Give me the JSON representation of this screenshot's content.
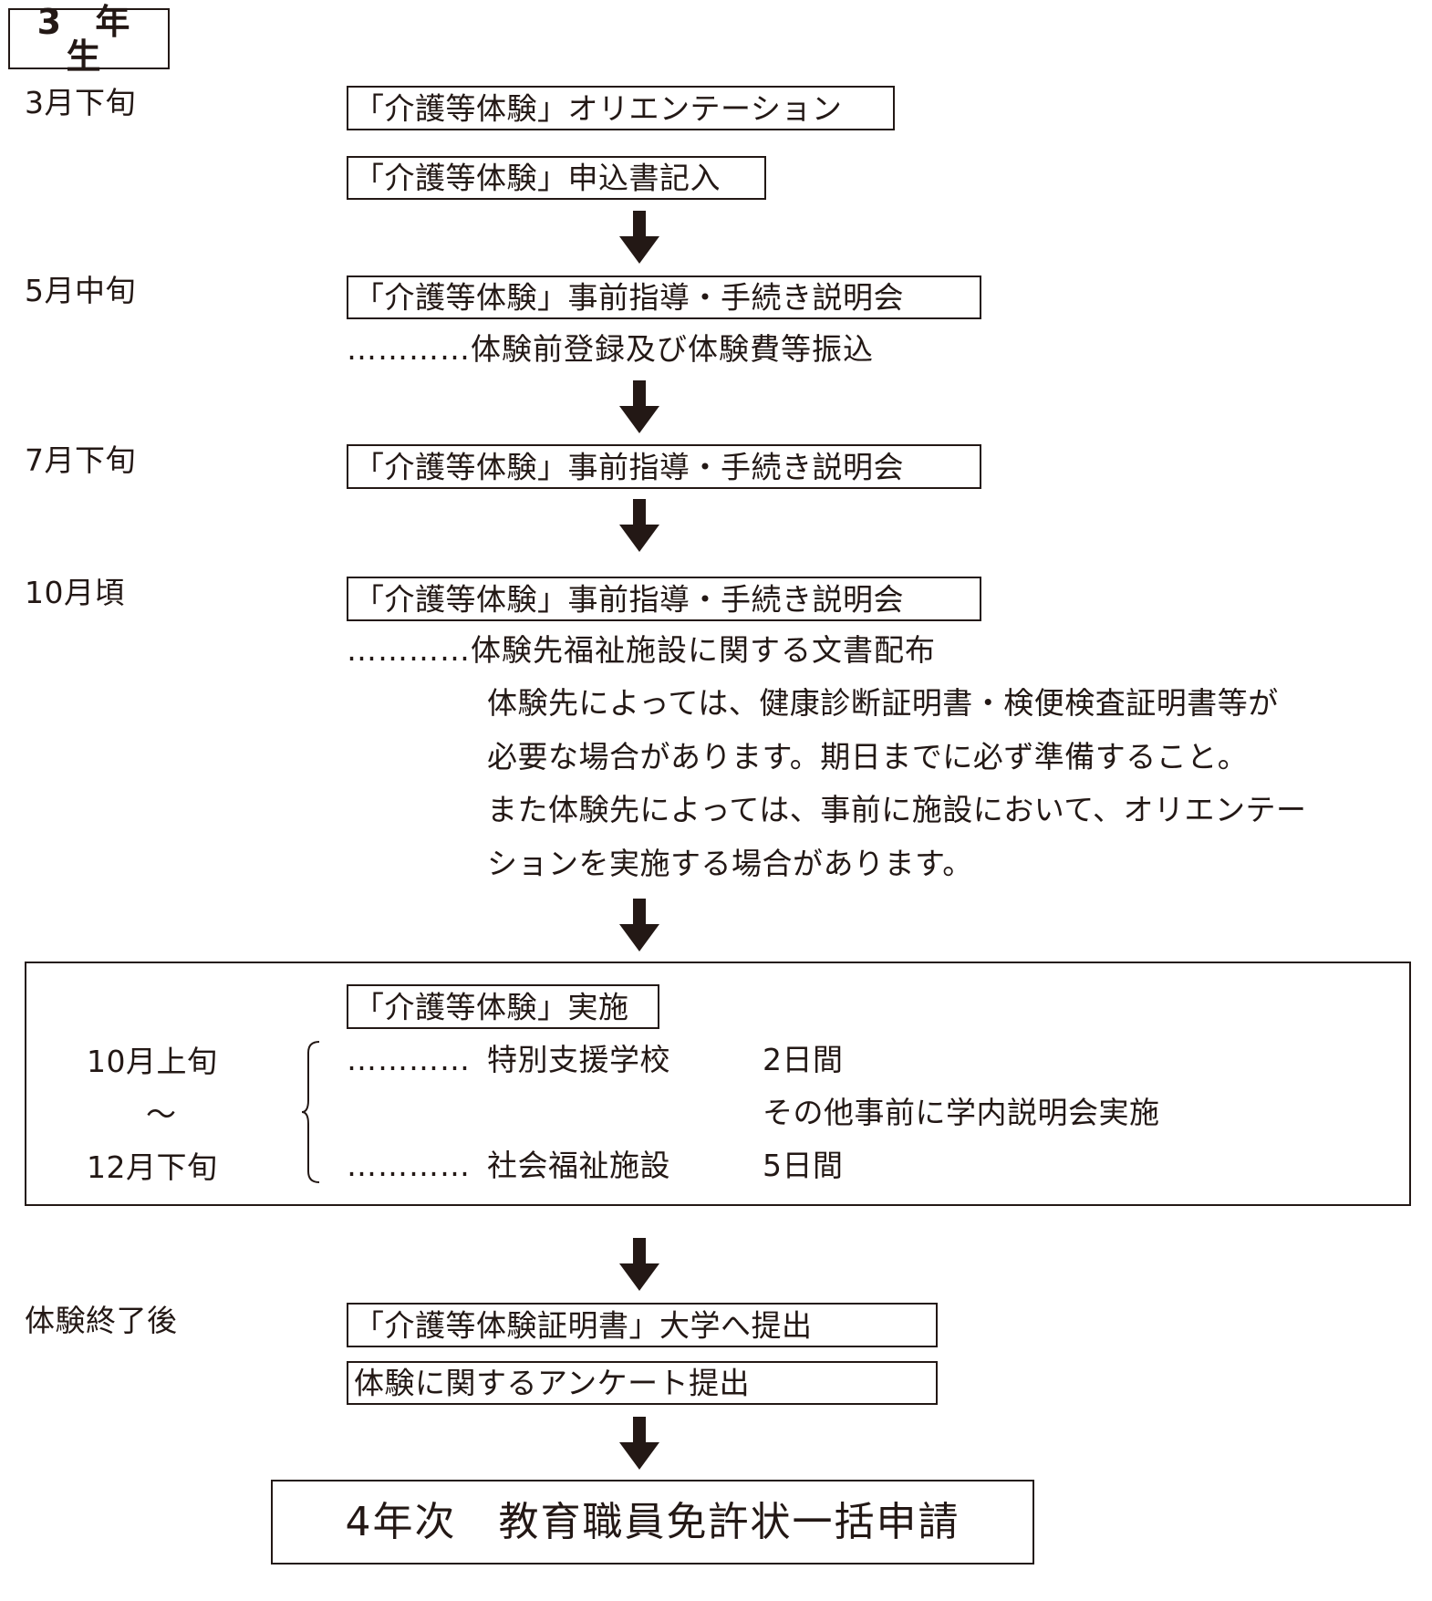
{
  "title": "3 年 生",
  "steps": [
    {
      "period": "3月下旬",
      "boxes": [
        "「介護等体験」オリエンテーション",
        "「介護等体験」申込書記入"
      ]
    },
    {
      "period": "5月中旬",
      "boxes": [
        "「介護等体験」事前指導・手続き説明会"
      ],
      "note": "…………体験前登録及び体験費等振込"
    },
    {
      "period": "7月下旬",
      "boxes": [
        "「介護等体験」事前指導・手続き説明会"
      ]
    },
    {
      "period": "10月頃",
      "boxes": [
        "「介護等体験」事前指導・手続き説明会"
      ],
      "note": "…………体験先福祉施設に関する文書配布",
      "details": [
        "体験先によっては、健康診断証明書・検便検査証明書等が",
        "必要な場合があります。期日までに必ず準備すること。",
        "また体験先によっては、事前に施設において、オリエンテー",
        "ションを実施する場合があります。"
      ]
    }
  ],
  "implementation": {
    "box": "「介護等体験」実施",
    "period_start": "10月上旬",
    "period_tilde": "～",
    "period_end": "12月下旬",
    "rows": [
      {
        "dots": "…………",
        "place": "特別支援学校",
        "duration": "2日間",
        "extra": "その他事前に学内説明会実施"
      },
      {
        "dots": "…………",
        "place": "社会福祉施設",
        "duration": "5日間"
      }
    ]
  },
  "after": {
    "period": "体験終了後",
    "boxes": [
      "「介護等体験証明書」大学へ提出",
      "体験に関するアンケート提出"
    ]
  },
  "final": "4年次　教育職員免許状一括申請",
  "colors": {
    "ink": "#231815",
    "background": "#ffffff"
  }
}
